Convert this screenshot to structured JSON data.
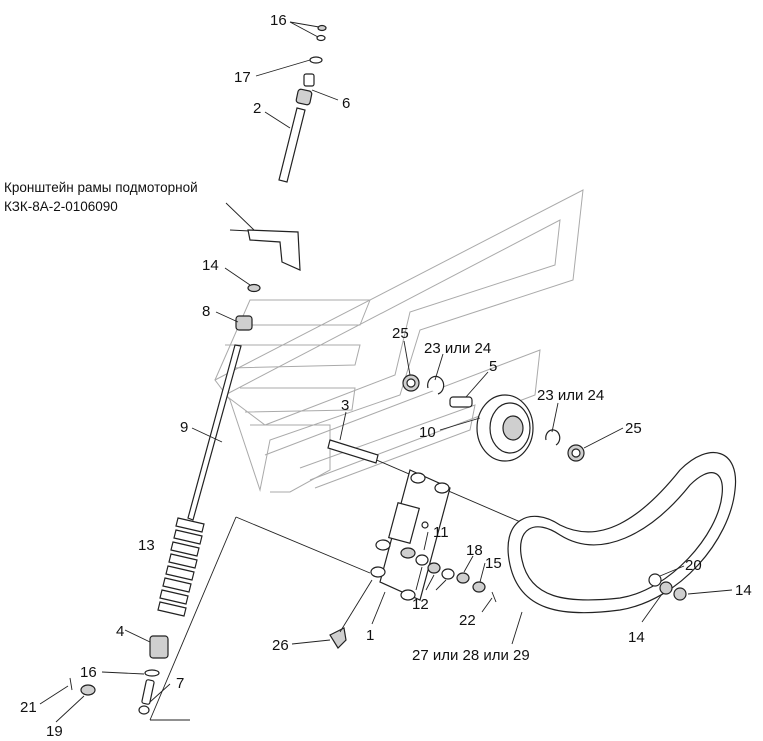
{
  "diagram": {
    "caption": {
      "line1": "Кронштейн рамы подмоторной",
      "line2": "КЗК-8А-2-0106090"
    },
    "callouts": {
      "c16a": "16",
      "c17": "17",
      "c6": "6",
      "c2": "2",
      "c14a": "14",
      "c8": "8",
      "c25a": "25",
      "c23a": "23 или 24",
      "c5": "5",
      "c3": "3",
      "c9": "9",
      "c10": "10",
      "c23b": "23 или 24",
      "c25b": "25",
      "c11": "11",
      "c18": "18",
      "c15": "15",
      "c13": "13",
      "c12": "12",
      "c22": "22",
      "c20": "20",
      "c14b": "14",
      "c14c": "14",
      "c4": "4",
      "c26": "26",
      "c1": "1",
      "c27": "27 или 28 или 29",
      "c16b": "16",
      "c7": "7",
      "c21": "21",
      "c19": "19"
    }
  }
}
